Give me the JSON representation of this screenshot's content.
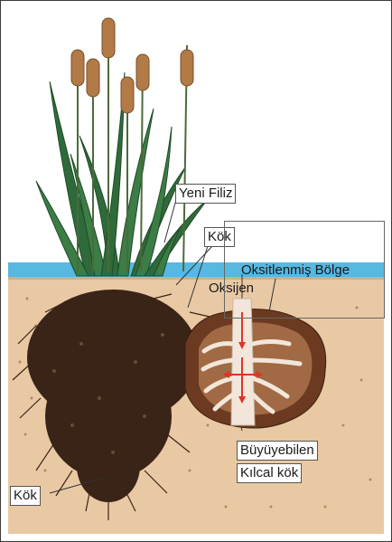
{
  "labels": {
    "new_shoot": "Yeni Filiz",
    "root_top": "Kök",
    "oxidized_zone": "Oksitlenmiş Bölge",
    "oxygen": "Oksijen",
    "growing": "Büyüyebilen",
    "capillary_root": "Kılcal kök",
    "root_bottom": "Kök"
  },
  "colors": {
    "water": "#57b8e0",
    "soil": "#e9c9a4",
    "leaf": "#2f6b3a",
    "cattail_head": "#b27a46",
    "root": "#3a2418",
    "oxygen_arrow": "#e0322a",
    "inset_soil": "#6b3a21",
    "white_root": "#f2e6da"
  }
}
